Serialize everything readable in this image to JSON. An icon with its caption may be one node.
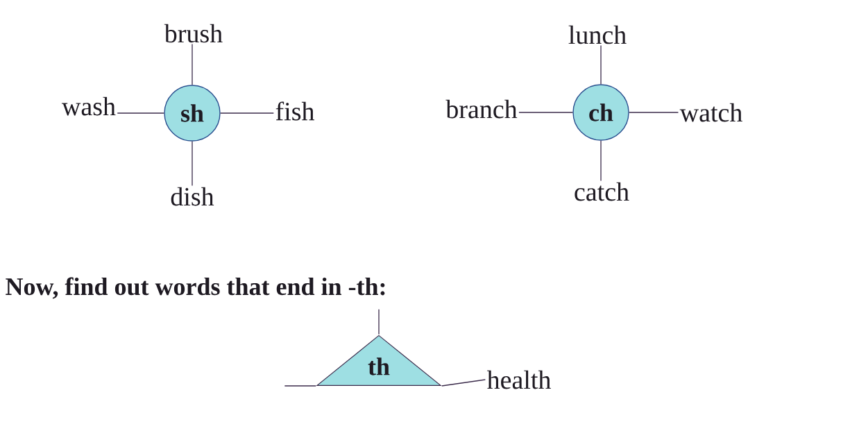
{
  "diagram": {
    "nodes": [
      {
        "text": [
          "sh"
        ]
      },
      {
        "text": [
          "brush"
        ]
      },
      {
        "text": [
          "wash"
        ]
      },
      {
        "text": [
          "fish"
        ]
      },
      {
        "text": [
          "dish"
        ]
      },
      {
        "text": [
          "ch"
        ]
      },
      {
        "text": [
          "lunch"
        ]
      },
      {
        "text": [
          "branch"
        ]
      },
      {
        "text": [
          "watch"
        ]
      },
      {
        "text": [
          "catch"
        ]
      },
      {
        "text": [
          "th"
        ]
      },
      {
        "text": [
          "health"
        ]
      }
    ],
    "edges": [
      {
        "from": 0,
        "to": 1,
        "arrow": "none"
      },
      {
        "from": 0,
        "to": 2,
        "arrow": "none"
      },
      {
        "from": 0,
        "to": 3,
        "arrow": "none"
      },
      {
        "from": 0,
        "to": 4,
        "arrow": "none"
      },
      {
        "from": 5,
        "to": 6,
        "arrow": "none"
      },
      {
        "from": 5,
        "to": 7,
        "arrow": "none"
      },
      {
        "from": 5,
        "to": 8,
        "arrow": "none"
      },
      {
        "from": 5,
        "to": 9,
        "arrow": "none"
      },
      {
        "from": 10,
        "to": null,
        "arrow": "none"
      },
      {
        "from": 10,
        "to": null,
        "arrow": "none"
      },
      {
        "from": 10,
        "to": 11,
        "arrow": "none"
      }
    ],
    "labels": [
      "Now, find out words that end in -th:"
    ]
  }
}
